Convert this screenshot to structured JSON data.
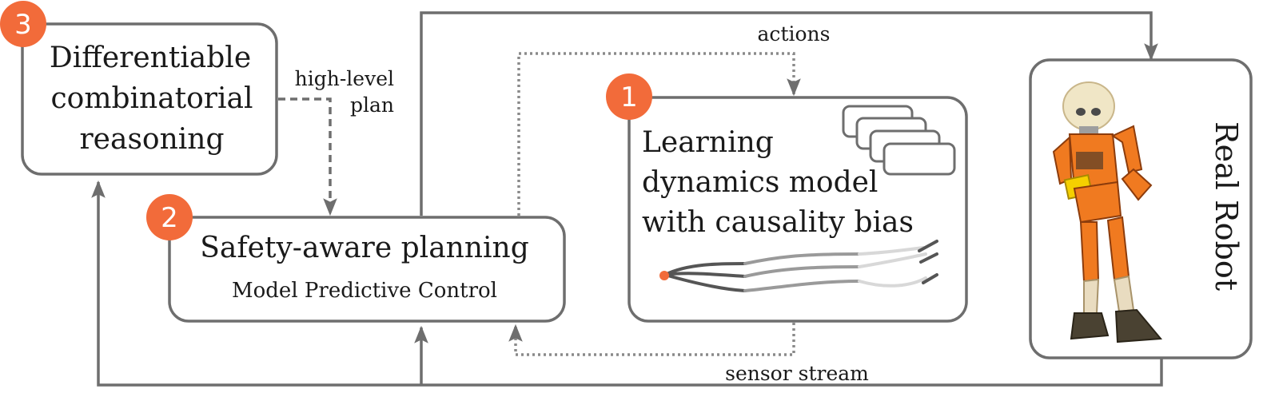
{
  "colors": {
    "box_stroke": "#6e6e6e",
    "arrow": "#6e6e6e",
    "badge": "#f26b3a",
    "sensor_dot": "#f26b3a",
    "robot_orange": "#f07a20"
  },
  "boxes": {
    "reasoning": {
      "badge": "3",
      "lines": [
        "Differentiable",
        "combinatorial",
        "reasoning"
      ]
    },
    "planning": {
      "badge": "2",
      "title": "Safety-aware planning",
      "subtitle": "Model Predictive Control"
    },
    "dynamics": {
      "badge": "1",
      "lines": [
        "Learning",
        "dynamics model",
        "with causality bias"
      ]
    },
    "robot": {
      "label": "Real Robot",
      "image": "humanoid-robot-photo"
    }
  },
  "edges": {
    "high_level_plan": [
      "high-level",
      "plan"
    ],
    "actions": "actions",
    "sensor_stream": "sensor stream"
  }
}
